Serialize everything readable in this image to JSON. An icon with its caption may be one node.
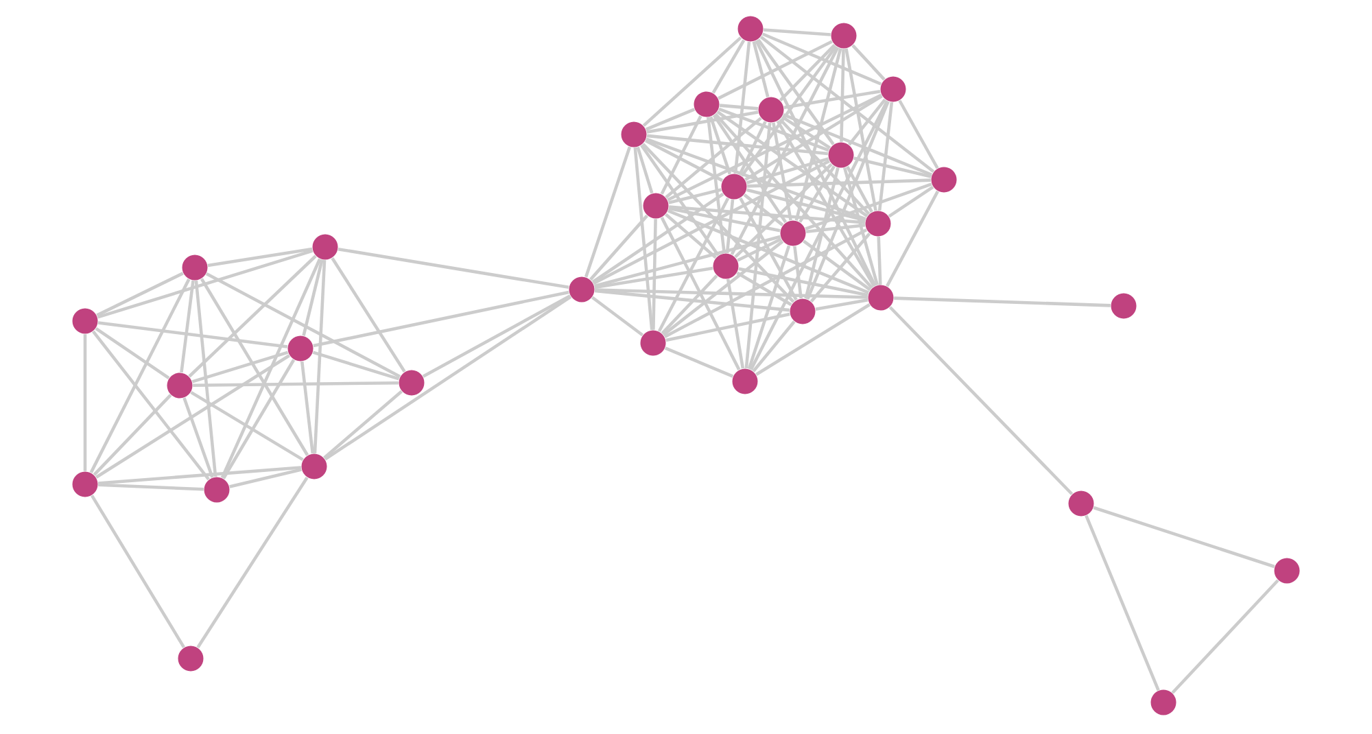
{
  "diagram": {
    "nodes": [
      {
        "text": [],
        "shape": "circle"
      },
      {
        "text": [],
        "shape": "circle"
      },
      {
        "text": [],
        "shape": "circle"
      },
      {
        "text": [],
        "shape": "circle"
      },
      {
        "text": [],
        "shape": "circle"
      },
      {
        "text": [],
        "shape": "circle"
      },
      {
        "text": [],
        "shape": "circle"
      },
      {
        "text": [],
        "shape": "circle"
      },
      {
        "text": [],
        "shape": "circle"
      },
      {
        "text": [],
        "shape": "circle"
      },
      {
        "text": [],
        "shape": "circle"
      },
      {
        "text": [],
        "shape": "circle"
      },
      {
        "text": [],
        "shape": "circle"
      },
      {
        "text": [],
        "shape": "circle"
      },
      {
        "text": [],
        "shape": "circle"
      },
      {
        "text": [],
        "shape": "circle"
      },
      {
        "text": [],
        "shape": "circle"
      },
      {
        "text": [],
        "shape": "circle"
      },
      {
        "text": [],
        "shape": "circle"
      },
      {
        "text": [],
        "shape": "circle"
      },
      {
        "text": [],
        "shape": "circle"
      },
      {
        "text": [],
        "shape": "circle"
      },
      {
        "text": [],
        "shape": "circle"
      },
      {
        "text": [],
        "shape": "circle"
      },
      {
        "text": [],
        "shape": "circle"
      },
      {
        "text": [],
        "shape": "circle"
      },
      {
        "text": [],
        "shape": "circle"
      },
      {
        "text": [],
        "shape": "circle"
      },
      {
        "text": [],
        "shape": "circle"
      },
      {
        "text": [],
        "shape": "circle"
      },
      {
        "text": [],
        "shape": "circle"
      },
      {
        "text": [],
        "shape": "circle"
      }
    ],
    "edges": [
      {
        "from": 4,
        "to": 8,
        "arrow": "none"
      },
      {
        "from": 4,
        "to": 0,
        "arrow": "none"
      },
      {
        "from": 0,
        "to": 8,
        "arrow": "none"
      },
      {
        "from": 8,
        "to": 10,
        "arrow": "none"
      },
      {
        "from": 6,
        "to": 10,
        "arrow": "none"
      },
      {
        "from": 9,
        "to": 10,
        "arrow": "none"
      },
      {
        "from": 7,
        "to": 10,
        "arrow": "none"
      },
      {
        "from": 0,
        "to": 6,
        "arrow": "none"
      },
      {
        "from": 0,
        "to": 2,
        "arrow": "none"
      },
      {
        "from": 0,
        "to": 1,
        "arrow": "none"
      },
      {
        "from": 0,
        "to": 5,
        "arrow": "none"
      },
      {
        "from": 4,
        "to": 2,
        "arrow": "none"
      },
      {
        "from": 4,
        "to": 1,
        "arrow": "none"
      },
      {
        "from": 4,
        "to": 5,
        "arrow": "none"
      },
      {
        "from": 4,
        "to": 7,
        "arrow": "none"
      },
      {
        "from": 4,
        "to": 9,
        "arrow": "none"
      },
      {
        "from": 8,
        "to": 2,
        "arrow": "none"
      },
      {
        "from": 8,
        "to": 6,
        "arrow": "none"
      },
      {
        "from": 8,
        "to": 5,
        "arrow": "none"
      },
      {
        "from": 8,
        "to": 7,
        "arrow": "none"
      },
      {
        "from": 8,
        "to": 9,
        "arrow": "none"
      },
      {
        "from": 6,
        "to": 2,
        "arrow": "none"
      },
      {
        "from": 6,
        "to": 9,
        "arrow": "none"
      },
      {
        "from": 6,
        "to": 1,
        "arrow": "none"
      },
      {
        "from": 6,
        "to": 5,
        "arrow": "none"
      },
      {
        "from": 6,
        "to": 7,
        "arrow": "none"
      },
      {
        "from": 2,
        "to": 9,
        "arrow": "none"
      },
      {
        "from": 2,
        "to": 1,
        "arrow": "none"
      },
      {
        "from": 2,
        "to": 5,
        "arrow": "none"
      },
      {
        "from": 2,
        "to": 7,
        "arrow": "none"
      },
      {
        "from": 1,
        "to": 5,
        "arrow": "none"
      },
      {
        "from": 1,
        "to": 7,
        "arrow": "none"
      },
      {
        "from": 5,
        "to": 7,
        "arrow": "none"
      },
      {
        "from": 9,
        "to": 7,
        "arrow": "none"
      },
      {
        "from": 1,
        "to": 3,
        "arrow": "none"
      },
      {
        "from": 7,
        "to": 3,
        "arrow": "none"
      },
      {
        "from": 10,
        "to": 11,
        "arrow": "none"
      },
      {
        "from": 10,
        "to": 13,
        "arrow": "none"
      },
      {
        "from": 10,
        "to": 16,
        "arrow": "none"
      },
      {
        "from": 10,
        "to": 15,
        "arrow": "none"
      },
      {
        "from": 10,
        "to": 20,
        "arrow": "none"
      },
      {
        "from": 10,
        "to": 25,
        "arrow": "none"
      },
      {
        "from": 10,
        "to": 21,
        "arrow": "none"
      },
      {
        "from": 10,
        "to": 12,
        "arrow": "none"
      },
      {
        "from": 10,
        "to": 22,
        "arrow": "none"
      },
      {
        "from": 11,
        "to": 14,
        "arrow": "none"
      },
      {
        "from": 11,
        "to": 18,
        "arrow": "none"
      },
      {
        "from": 11,
        "to": 19,
        "arrow": "none"
      },
      {
        "from": 11,
        "to": 13,
        "arrow": "none"
      },
      {
        "from": 11,
        "to": 16,
        "arrow": "none"
      },
      {
        "from": 11,
        "to": 15,
        "arrow": "none"
      },
      {
        "from": 11,
        "to": 22,
        "arrow": "none"
      },
      {
        "from": 11,
        "to": 24,
        "arrow": "none"
      },
      {
        "from": 11,
        "to": 21,
        "arrow": "none"
      },
      {
        "from": 11,
        "to": 12,
        "arrow": "none"
      },
      {
        "from": 12,
        "to": 17,
        "arrow": "none"
      },
      {
        "from": 12,
        "to": 13,
        "arrow": "none"
      },
      {
        "from": 12,
        "to": 15,
        "arrow": "none"
      },
      {
        "from": 12,
        "to": 21,
        "arrow": "none"
      },
      {
        "from": 12,
        "to": 24,
        "arrow": "none"
      },
      {
        "from": 12,
        "to": 20,
        "arrow": "none"
      },
      {
        "from": 12,
        "to": 16,
        "arrow": "none"
      },
      {
        "from": 13,
        "to": 14,
        "arrow": "none"
      },
      {
        "from": 13,
        "to": 16,
        "arrow": "none"
      },
      {
        "from": 13,
        "to": 15,
        "arrow": "none"
      },
      {
        "from": 13,
        "to": 17,
        "arrow": "none"
      },
      {
        "from": 13,
        "to": 20,
        "arrow": "none"
      },
      {
        "from": 13,
        "to": 24,
        "arrow": "none"
      },
      {
        "from": 13,
        "to": 25,
        "arrow": "none"
      },
      {
        "from": 13,
        "to": 19,
        "arrow": "none"
      },
      {
        "from": 13,
        "to": 26,
        "arrow": "none"
      },
      {
        "from": 14,
        "to": 18,
        "arrow": "none"
      },
      {
        "from": 14,
        "to": 19,
        "arrow": "none"
      },
      {
        "from": 14,
        "to": 23,
        "arrow": "none"
      },
      {
        "from": 14,
        "to": 16,
        "arrow": "none"
      },
      {
        "from": 14,
        "to": 20,
        "arrow": "none"
      },
      {
        "from": 14,
        "to": 22,
        "arrow": "none"
      },
      {
        "from": 14,
        "to": 15,
        "arrow": "none"
      },
      {
        "from": 14,
        "to": 24,
        "arrow": "none"
      },
      {
        "from": 14,
        "to": 25,
        "arrow": "none"
      },
      {
        "from": 15,
        "to": 16,
        "arrow": "none"
      },
      {
        "from": 15,
        "to": 17,
        "arrow": "none"
      },
      {
        "from": 15,
        "to": 20,
        "arrow": "none"
      },
      {
        "from": 15,
        "to": 21,
        "arrow": "none"
      },
      {
        "from": 15,
        "to": 25,
        "arrow": "none"
      },
      {
        "from": 15,
        "to": 22,
        "arrow": "none"
      },
      {
        "from": 15,
        "to": 23,
        "arrow": "none"
      },
      {
        "from": 16,
        "to": 19,
        "arrow": "none"
      },
      {
        "from": 16,
        "to": 20,
        "arrow": "none"
      },
      {
        "from": 16,
        "to": 22,
        "arrow": "none"
      },
      {
        "from": 16,
        "to": 24,
        "arrow": "none"
      },
      {
        "from": 16,
        "to": 27,
        "arrow": "none"
      },
      {
        "from": 16,
        "to": 23,
        "arrow": "none"
      },
      {
        "from": 16,
        "to": 26,
        "arrow": "none"
      },
      {
        "from": 16,
        "to": 21,
        "arrow": "none"
      },
      {
        "from": 16,
        "to": 18,
        "arrow": "none"
      },
      {
        "from": 17,
        "to": 21,
        "arrow": "none"
      },
      {
        "from": 17,
        "to": 25,
        "arrow": "none"
      },
      {
        "from": 17,
        "to": 20,
        "arrow": "none"
      },
      {
        "from": 17,
        "to": 19,
        "arrow": "none"
      },
      {
        "from": 17,
        "to": 26,
        "arrow": "none"
      },
      {
        "from": 18,
        "to": 23,
        "arrow": "none"
      },
      {
        "from": 18,
        "to": 19,
        "arrow": "none"
      },
      {
        "from": 18,
        "to": 22,
        "arrow": "none"
      },
      {
        "from": 18,
        "to": 26,
        "arrow": "none"
      },
      {
        "from": 18,
        "to": 25,
        "arrow": "none"
      },
      {
        "from": 18,
        "to": 27,
        "arrow": "none"
      },
      {
        "from": 19,
        "to": 23,
        "arrow": "none"
      },
      {
        "from": 19,
        "to": 22,
        "arrow": "none"
      },
      {
        "from": 19,
        "to": 20,
        "arrow": "none"
      },
      {
        "from": 19,
        "to": 26,
        "arrow": "none"
      },
      {
        "from": 19,
        "to": 27,
        "arrow": "none"
      },
      {
        "from": 19,
        "to": 24,
        "arrow": "none"
      },
      {
        "from": 19,
        "to": 25,
        "arrow": "none"
      },
      {
        "from": 20,
        "to": 22,
        "arrow": "none"
      },
      {
        "from": 20,
        "to": 24,
        "arrow": "none"
      },
      {
        "from": 20,
        "to": 25,
        "arrow": "none"
      },
      {
        "from": 20,
        "to": 21,
        "arrow": "none"
      },
      {
        "from": 20,
        "to": 27,
        "arrow": "none"
      },
      {
        "from": 20,
        "to": 23,
        "arrow": "none"
      },
      {
        "from": 21,
        "to": 25,
        "arrow": "none"
      },
      {
        "from": 21,
        "to": 24,
        "arrow": "none"
      },
      {
        "from": 21,
        "to": 22,
        "arrow": "none"
      },
      {
        "from": 21,
        "to": 26,
        "arrow": "none"
      },
      {
        "from": 22,
        "to": 23,
        "arrow": "none"
      },
      {
        "from": 22,
        "to": 24,
        "arrow": "none"
      },
      {
        "from": 22,
        "to": 25,
        "arrow": "none"
      },
      {
        "from": 22,
        "to": 26,
        "arrow": "none"
      },
      {
        "from": 22,
        "to": 27,
        "arrow": "none"
      },
      {
        "from": 23,
        "to": 26,
        "arrow": "none"
      },
      {
        "from": 23,
        "to": 24,
        "arrow": "none"
      },
      {
        "from": 24,
        "to": 25,
        "arrow": "none"
      },
      {
        "from": 24,
        "to": 26,
        "arrow": "none"
      },
      {
        "from": 24,
        "to": 27,
        "arrow": "none"
      },
      {
        "from": 25,
        "to": 27,
        "arrow": "none"
      },
      {
        "from": 26,
        "to": 27,
        "arrow": "none"
      },
      {
        "from": 25,
        "to": 29,
        "arrow": "none"
      },
      {
        "from": 25,
        "to": 28,
        "arrow": "none"
      },
      {
        "from": 28,
        "to": 31,
        "arrow": "none"
      },
      {
        "from": 28,
        "to": 30,
        "arrow": "none"
      },
      {
        "from": 31,
        "to": 30,
        "arrow": "none"
      }
    ]
  }
}
